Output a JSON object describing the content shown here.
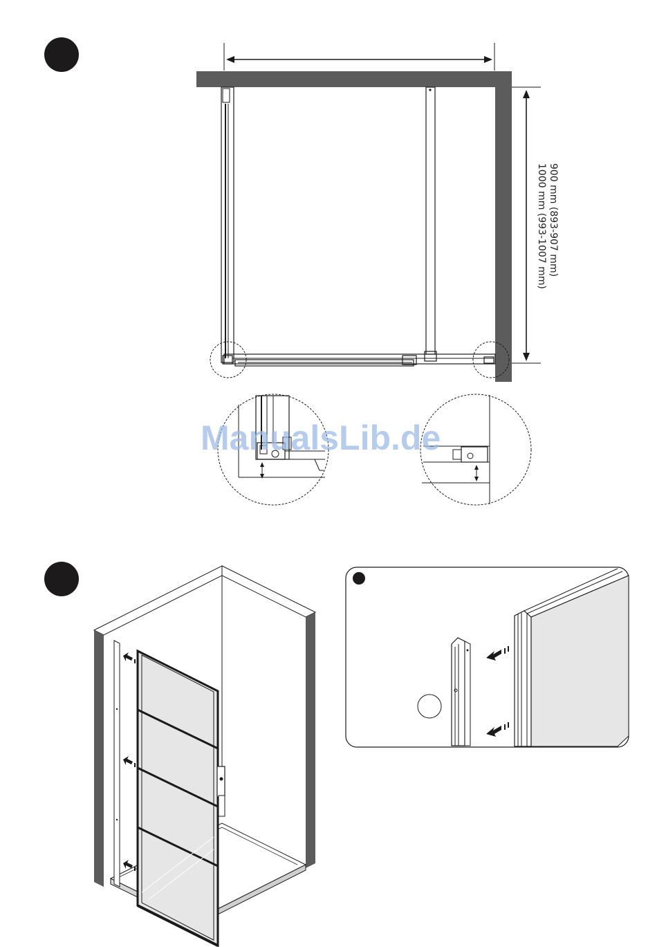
{
  "dimensions": {
    "line_1": "900 mm (893-907 mm)",
    "line_2": "1000 mm (993-1007 mm)"
  },
  "watermark": "ManualsLib.de",
  "colors": {
    "wall": "#5c5c5c",
    "line": "#1a1a1a",
    "glass": "#e6e6e6",
    "step_marker": "#1c1a1b",
    "watermark": "#9dbbe6"
  },
  "icons": {
    "step_marker": "filled-circle",
    "push_direction": "motion-arrow",
    "detail_zoom": "dashed-circle"
  }
}
